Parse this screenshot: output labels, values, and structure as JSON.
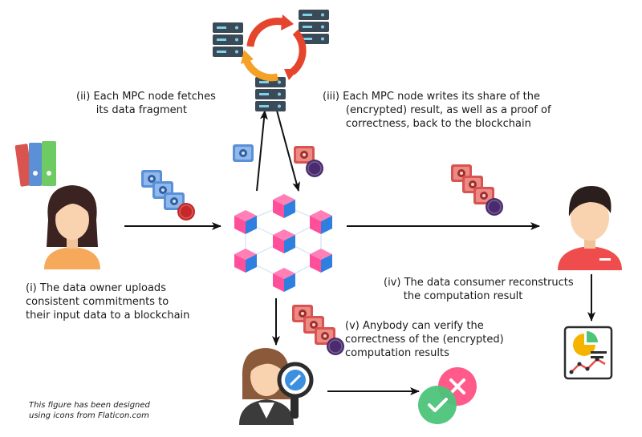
{
  "steps": {
    "step_i": "(i) The data owner uploads\nconsistent commitments to\ntheir input data to a blockchain",
    "step_ii": "(ii) Each MPC node fetches\n      its data fragment",
    "step_iii": "(iii) Each MPC node writes its share of the\n       (encrypted) result, as well as a proof of\n       correctness, back to the blockchain",
    "step_iv": "(iv) The data consumer reconstructs\n      the computation result",
    "step_v": "(v) Anybody can verify the\ncorrectness of the (encrypted)\ncomputation results"
  },
  "credit": "This figure has been designed\nusing icons from Flaticon.com",
  "colors": {
    "arrow": "#111111",
    "vault_blue": "#5b8fd6",
    "vault_red": "#d9534f",
    "seal_red": "#c62828",
    "seal_purple": "#4a2c6e",
    "cube_pink": "#ff4f9a",
    "cube_blue": "#2f7fe0",
    "server": "#3b4a57",
    "cycle_orange": "#f4a126",
    "cycle_red": "#e5442d",
    "shirt_orange": "#f7a95b",
    "shirt_red": "#ef4d4d",
    "check_green": "#4cc47a",
    "cross_pink": "#ff5a8a"
  }
}
